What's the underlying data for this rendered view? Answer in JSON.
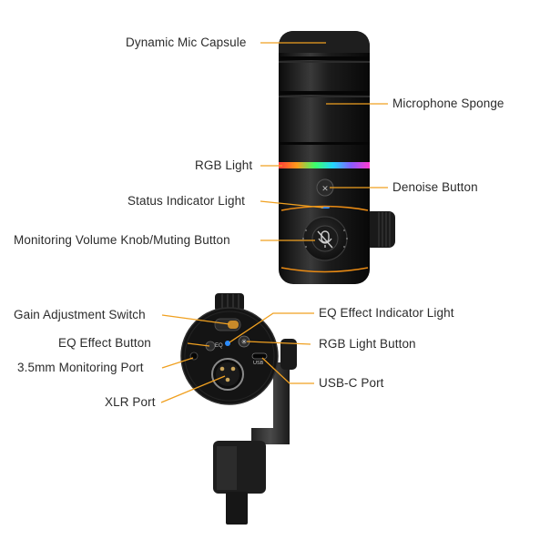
{
  "labels": {
    "dynamic_mic_capsule": "Dynamic Mic Capsule",
    "microphone_sponge": "Microphone Sponge",
    "rgb_light": "RGB Light",
    "denoise_button": "Denoise Button",
    "status_indicator_light": "Status Indicator Light",
    "monitoring_knob": "Monitoring Volume Knob/Muting Button",
    "gain_switch": "Gain Adjustment Switch",
    "eq_indicator": "EQ Effect Indicator Light",
    "eq_button": "EQ Effect Button",
    "rgb_button": "RGB Light Button",
    "monitoring_port": "3.5mm Monitoring Port",
    "usbc_port": "USB-C Port",
    "xlr_port": "XLR Port"
  },
  "device_markings": {
    "eq": "EQ",
    "usb": "USB"
  },
  "colors": {
    "leader_line": "#f0a020",
    "body": "#151515"
  }
}
